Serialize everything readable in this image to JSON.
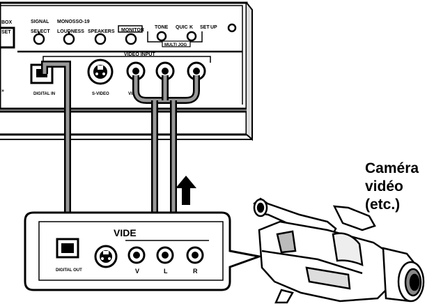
{
  "receiver_panel": {
    "labels": {
      "partial_left_top": "BOX",
      "partial_left_bottom": "SET",
      "signal_top": "SIGNAL",
      "signal_bottom": "SELECT",
      "loudness_top": "MONOSSO-19",
      "loudness_bottom": "LOUDNESS",
      "speakers": "SPEAKERS",
      "monitor": "MONITOR",
      "tone": "TONE",
      "quick": "QUIC",
      "quick_k": "K",
      "set": "SET",
      "up": "UP",
      "multi_jog": "MULTI JOG",
      "video_input": "VIDEO INPUT",
      "digital_in": "DIGITAL IN",
      "s_video": "S-VIDEO",
      "video_partial": "VID"
    }
  },
  "camera_panel": {
    "video_label": "VIDE",
    "digital_out": "DIGITAL OUT",
    "jack_v": "V",
    "jack_l": "L",
    "jack_r": "R"
  },
  "caption": {
    "line1": "Caméra",
    "line2": "vidéo",
    "line3": "(etc.)"
  }
}
